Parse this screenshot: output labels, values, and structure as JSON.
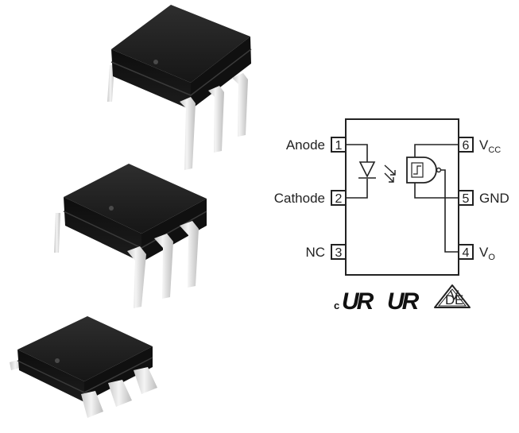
{
  "pins": {
    "p1": {
      "number": "1",
      "label": "Anode"
    },
    "p2": {
      "number": "2",
      "label": "Cathode"
    },
    "p3": {
      "number": "3",
      "label": "NC"
    },
    "p4": {
      "number": "4",
      "label": "V",
      "sub": "O"
    },
    "p5": {
      "number": "5",
      "label": "GND"
    },
    "p6": {
      "number": "6",
      "label": "V",
      "sub": "CC"
    }
  },
  "cert_marks": {
    "c_prefix": "c",
    "ur_text": "UR",
    "vde_letters": {
      "d": "D",
      "v": "V",
      "e": "E"
    }
  },
  "colors": {
    "chip_body": "#1b1b1b",
    "lead": "#e4e4e4",
    "line": "#222222"
  }
}
